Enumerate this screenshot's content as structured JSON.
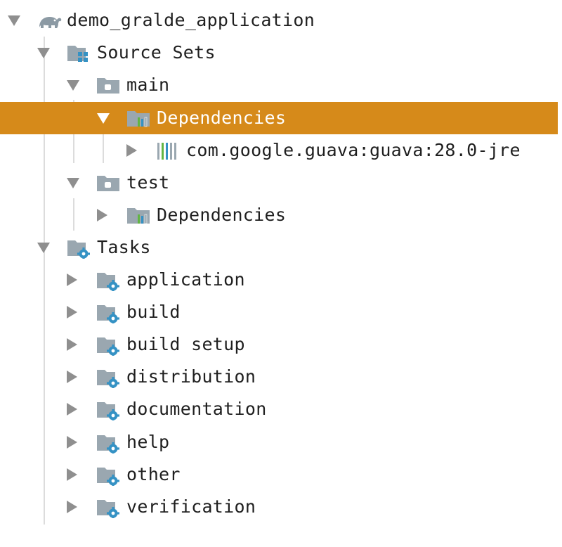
{
  "tree": {
    "root": {
      "label": "demo_gralde_application",
      "icon": "gradle-elephant-icon",
      "expanded": true
    },
    "source_sets": {
      "label": "Source Sets",
      "icon": "source-sets-folder-icon",
      "expanded": true
    },
    "main": {
      "label": "main",
      "icon": "module-folder-icon",
      "expanded": true
    },
    "main_dependencies": {
      "label": "Dependencies",
      "icon": "dependencies-folder-icon",
      "expanded": true,
      "selected": true
    },
    "guava": {
      "label": "com.google.guava:guava:28.0-jre",
      "icon": "library-icon",
      "expanded": false
    },
    "test": {
      "label": "test",
      "icon": "module-folder-icon",
      "expanded": true
    },
    "test_dependencies": {
      "label": "Dependencies",
      "icon": "dependencies-folder-icon",
      "expanded": false
    },
    "tasks": {
      "label": "Tasks",
      "icon": "tasks-folder-icon",
      "expanded": true
    },
    "task_groups": [
      {
        "label": "application"
      },
      {
        "label": "build"
      },
      {
        "label": "build setup"
      },
      {
        "label": "distribution"
      },
      {
        "label": "documentation"
      },
      {
        "label": "help"
      },
      {
        "label": "other"
      },
      {
        "label": "verification"
      }
    ]
  },
  "colors": {
    "selection": "#d68a1a",
    "arrow": "#8f8f8f",
    "folder": "#9aa7b0",
    "gear": "#3592c4",
    "guide": "#dcdcdc"
  }
}
